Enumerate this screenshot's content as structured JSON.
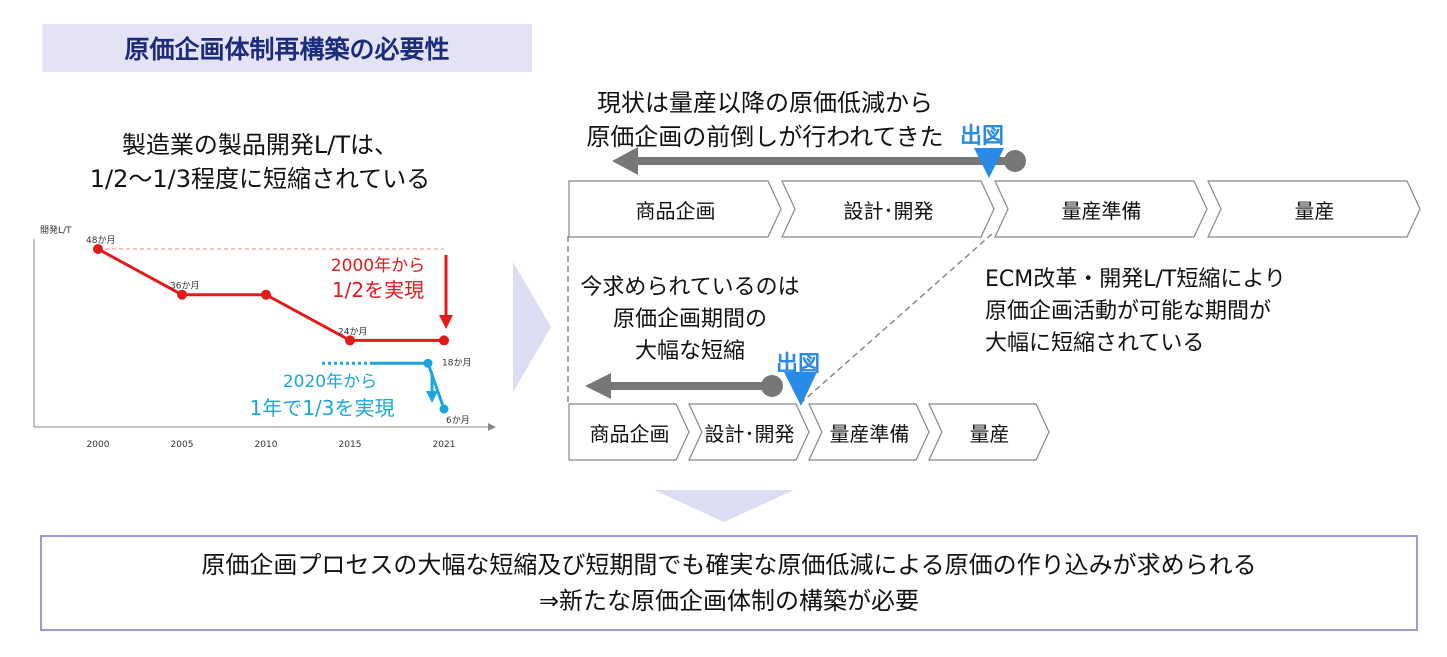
{
  "title": "原価企画体制再構築の必要性",
  "leftText": [
    "製造業の製品開発L/Tは、",
    "1/2～1/3程度に短縮されている"
  ],
  "chart_data": {
    "type": "line",
    "ylabel": "開発L/T",
    "x_ticks": [
      "2000",
      "2005",
      "2010",
      "2015",
      "2021"
    ],
    "series": [
      {
        "values": [
          48,
          36,
          36,
          24,
          24
        ],
        "labels": [
          "48か月",
          "36か月",
          "",
          "24か月",
          ""
        ],
        "color": "#e41a1a"
      },
      {
        "values": [
          18,
          6
        ],
        "labels": [
          "18か月",
          "6か月"
        ],
        "color": "#1ba7de"
      }
    ],
    "annotations": [
      {
        "lines": [
          "2000年から",
          "1/2を実現"
        ],
        "color": "#e41a1a"
      },
      {
        "lines": [
          "2020年から",
          "1年で1/3を実現"
        ],
        "color": "#1ba7de"
      }
    ]
  },
  "topHeading": [
    "現状は量産以降の原価低減から",
    "原価企画の前倒しが行われてきた"
  ],
  "tagLabel": "出図",
  "stagesTop": [
    "商品企画",
    "設計･開発",
    "量産準備",
    "量産"
  ],
  "stagesBottom": [
    "商品企画",
    "設計･開発",
    "量産準備",
    "量産"
  ],
  "ecmText": [
    "ECM改革・開発L/T短縮により",
    "原価企画活動が可能な期間が",
    "大幅に短縮されている"
  ],
  "nowText": [
    "今求められているのは",
    "原価企画期間の",
    "大幅な短縮"
  ],
  "result": [
    "原価企画プロセスの大幅な短縮及び短期間でも確実な原価低減による原価の作り込みが求められる",
    "⇒新たな原価企画体制の構築が必要"
  ],
  "colors": {
    "red": "#e41a1a",
    "cyan": "#1ba7de",
    "tagBlue": "#2a8be6",
    "arrowGray": "#777777",
    "banner": "#e3e3f5"
  }
}
